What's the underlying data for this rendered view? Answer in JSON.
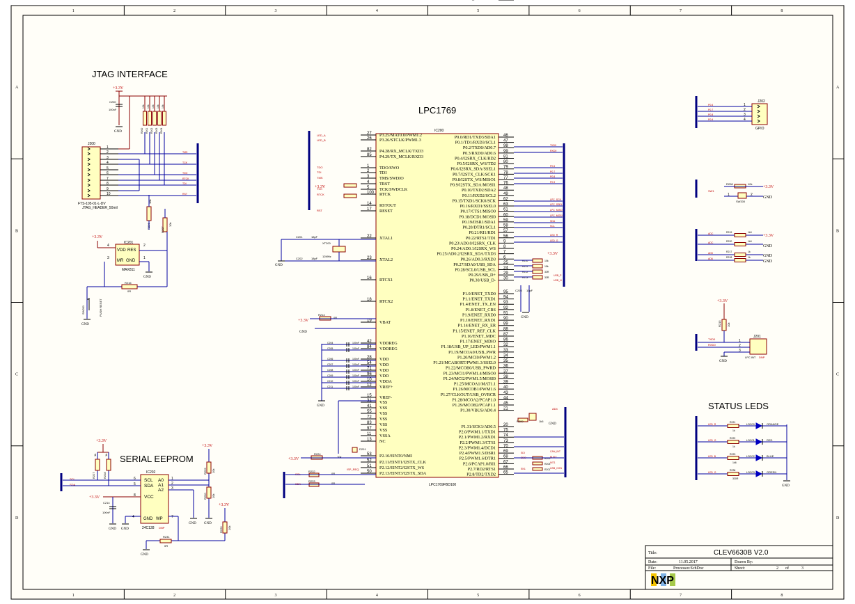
{
  "frame": {
    "cols": [
      "1",
      "2",
      "3",
      "4",
      "5",
      "6",
      "7",
      "8"
    ],
    "rows": [
      "A",
      "B",
      "C",
      "D"
    ]
  },
  "sections": {
    "jtag": "JTAG INTERFACE",
    "mcu": "LPC1769",
    "eeprom": "SERIAL EEPROM",
    "leds": "STATUS LEDS"
  },
  "mcu": {
    "ref": "IC200",
    "part": "LPC1769FBD100",
    "left_pins": [
      {
        "n": "27",
        "name": "P3.25/MAT0.0/PWM1.2"
      },
      {
        "n": "26",
        "name": "P3.26/STCLK/PWM1.3"
      },
      {
        "n": "82",
        "name": "P4.28/RX_MCLK/TXD3"
      },
      {
        "n": "85",
        "name": "P4.29/TX_MCLK/RXD3"
      },
      {
        "n": "1",
        "name": "TDO/SWO"
      },
      {
        "n": "2",
        "name": "TDI"
      },
      {
        "n": "3",
        "name": "TMS/SWDIO"
      },
      {
        "n": "4",
        "name": "TRST"
      },
      {
        "n": "5",
        "name": "TCK/SWDCLK"
      },
      {
        "n": "100",
        "name": "RTCK"
      },
      {
        "n": "14",
        "name": "RSTOUT"
      },
      {
        "n": "17",
        "name": "RESET"
      },
      {
        "n": "22",
        "name": "XTAL1"
      },
      {
        "n": "23",
        "name": "XTAL2"
      },
      {
        "n": "16",
        "name": "RTCX1"
      },
      {
        "n": "18",
        "name": "RTCX2"
      },
      {
        "n": "19",
        "name": "VBAT"
      },
      {
        "n": "42",
        "name": "VDDREG"
      },
      {
        "n": "84",
        "name": "VDDREG"
      },
      {
        "n": "28",
        "name": "VDD"
      },
      {
        "n": "54",
        "name": "VDD"
      },
      {
        "n": "71",
        "name": "VDD"
      },
      {
        "n": "96",
        "name": "VDD"
      },
      {
        "n": "10",
        "name": "VDDA"
      },
      {
        "n": "12",
        "name": "VREF+"
      },
      {
        "n": "15",
        "name": "VREF-"
      },
      {
        "n": "31",
        "name": "VSS"
      },
      {
        "n": "41",
        "name": "VSS"
      },
      {
        "n": "55",
        "name": "VSS"
      },
      {
        "n": "72",
        "name": "VSS"
      },
      {
        "n": "83",
        "name": "VSS"
      },
      {
        "n": "97",
        "name": "VSS"
      },
      {
        "n": "11",
        "name": "VSSA"
      },
      {
        "n": "13",
        "name": "NC"
      },
      {
        "n": "53",
        "name": "P2.10/EINT0/NMI"
      },
      {
        "n": "52",
        "name": "P2.11/EINT1/I2STX_CLK"
      },
      {
        "n": "51",
        "name": "P2.12/EINT2/I2STX_WS"
      },
      {
        "n": "50",
        "name": "P2.13/EINT3/I2STX_SDA"
      }
    ],
    "right_pins": [
      {
        "n": "46",
        "name": "P0.0/RD1/TXD3/SDA1"
      },
      {
        "n": "47",
        "name": "P0.1/TD1/RXD3/SCL1"
      },
      {
        "n": "98",
        "name": "P0.2/TXD0/AD0.7"
      },
      {
        "n": "99",
        "name": "P0.3/RXD0/AD0.6"
      },
      {
        "n": "81",
        "name": "P0.4/I2SRX_CLK/RD2"
      },
      {
        "n": "80",
        "name": "P0.5/I2SRX_WS/TD2"
      },
      {
        "n": "79",
        "name": "P0.6/I2SRX_SDA/SSEL1"
      },
      {
        "n": "78",
        "name": "P0.7/I2STX_CLK/SCK1"
      },
      {
        "n": "77",
        "name": "P0.8/I2STX_WS/MISO1"
      },
      {
        "n": "76",
        "name": "P0.9/I2STX_SDA/MOSI1"
      },
      {
        "n": "48",
        "name": "P0.10/TXD2/SDA2"
      },
      {
        "n": "49",
        "name": "P0.11/RXD2/SCL2"
      },
      {
        "n": "62",
        "name": "P0.15/TXD1/SCK0/SCK"
      },
      {
        "n": "63",
        "name": "P0.16/RXD1/SSEL0"
      },
      {
        "n": "61",
        "name": "P0.17/CTS1/MISO0"
      },
      {
        "n": "60",
        "name": "P0.18/DCD1/MOSI0"
      },
      {
        "n": "59",
        "name": "P0.19/DSR1/SDA1"
      },
      {
        "n": "58",
        "name": "P0.20/DTR1/SCL1"
      },
      {
        "n": "57",
        "name": "P0.21/RI1/RD1"
      },
      {
        "n": "56",
        "name": "P0.22/RTS1/TD1"
      },
      {
        "n": "9",
        "name": "P0.23/AD0.0/I2SRX_CLK"
      },
      {
        "n": "8",
        "name": "P0.24/AD0.1/I2SRX_WS"
      },
      {
        "n": "7",
        "name": "P0.25/AD0.2/I2SRX_SDA/TXD3"
      },
      {
        "n": "6",
        "name": "P0.26/AD0.3/RXD3"
      },
      {
        "n": "25",
        "name": "P0.27/SDA0/USB_SDA"
      },
      {
        "n": "24",
        "name": "P0.28/SCL0/USB_SCL"
      },
      {
        "n": "29",
        "name": "P0.29/USB_D+"
      },
      {
        "n": "30",
        "name": "P0.30/USB_D-"
      },
      {
        "n": "95",
        "name": "P1.0/ENET_TXD0"
      },
      {
        "n": "94",
        "name": "P1.1/ENET_TXD1"
      },
      {
        "n": "93",
        "name": "P1.4/ENET_TX_EN"
      },
      {
        "n": "92",
        "name": "P1.8/ENET_CRS"
      },
      {
        "n": "91",
        "name": "P1.9/ENET_RXD0"
      },
      {
        "n": "90",
        "name": "P1.10/ENET_RXD1"
      },
      {
        "n": "89",
        "name": "P1.14/ENET_RX_ER"
      },
      {
        "n": "88",
        "name": "P1.15/ENET_REF_CLK"
      },
      {
        "n": "87",
        "name": "P1.16/ENET_MDC"
      },
      {
        "n": "86",
        "name": "P1.17/ENET_MDIO"
      },
      {
        "n": "32",
        "name": "P1.18/USB_UP_LED/PWM1.1"
      },
      {
        "n": "33",
        "name": "P1.19/MCOA0/USB_PWR"
      },
      {
        "n": "34",
        "name": "P1.20/MCI0/PWM1.2"
      },
      {
        "n": "35",
        "name": "P1.21/MCABORT/PWM1.3/SSEL0"
      },
      {
        "n": "36",
        "name": "P1.22/MCOB0/USB_PWRD"
      },
      {
        "n": "37",
        "name": "P1.23/MCI1/PWM1.4/MISO0"
      },
      {
        "n": "38",
        "name": "P1.24/MCI2/PWM1.5/MOSI0"
      },
      {
        "n": "39",
        "name": "P1.25/MCOA1/MAT1.1"
      },
      {
        "n": "40",
        "name": "P1.26/MCOB1/PWM1.6"
      },
      {
        "n": "43",
        "name": "P1.27/CLKOUT/USB_OVRCR"
      },
      {
        "n": "44",
        "name": "P1.28/MCOA2/PCAP1.0"
      },
      {
        "n": "45",
        "name": "P1.29/MCOB2/PCAP1.1"
      },
      {
        "n": "21",
        "name": "P1.30/VBUS/AD0.4"
      },
      {
        "n": "20",
        "name": "P1.31/SCK1/AD0.5"
      },
      {
        "n": "75",
        "name": "P2.0/PWM1.1/TXD1"
      },
      {
        "n": "74",
        "name": "P2.1/PWM1.2/RXD1"
      },
      {
        "n": "73",
        "name": "P2.2/PWM1.3/CTS1"
      },
      {
        "n": "70",
        "name": "P2.3/PWM1.4/DCD1"
      },
      {
        "n": "69",
        "name": "P2.4/PWM1.5/DSR1"
      },
      {
        "n": "68",
        "name": "P2.5/PWM1.6/DTR1"
      },
      {
        "n": "67",
        "name": "P2.6/PCAP1.0/RI1"
      },
      {
        "n": "66",
        "name": "P2.7/RD2/RTS1"
      },
      {
        "n": "65",
        "name": "P2.8/TD2/TXD2"
      },
      {
        "n": "64",
        "name": "P2.9/USB_CON/RXD2"
      }
    ]
  },
  "jtag": {
    "ref": "J200",
    "pins": [
      "1",
      "2",
      "3",
      "4",
      "5",
      "6",
      "7",
      "8",
      "9",
      "10"
    ],
    "part": "FTS-105-01-L-DV",
    "desc": "JTAG_HEADER_50mil",
    "cap": "C200",
    "cap_val": "100nF",
    "resistors": [
      "R200",
      "R201",
      "R202",
      "R203",
      "R204",
      "R205"
    ],
    "r_val": "10k",
    "supervisor": "IC201",
    "supervisor_part": "MAX811",
    "sup_pin_vdd": "VDD",
    "sup_pin_res": "RES",
    "sup_pin_mr": "MR",
    "sup_pin_gnd": "GND",
    "sup_pins": [
      "4",
      "3",
      "2",
      "1"
    ],
    "button": "SW201",
    "button_desc": "PUSH RESET",
    "r_mr": "R216",
    "r_mr_val": "0R",
    "r_reset_a": "R206",
    "r_reset_b": "R207",
    "r_reset_val": "10k",
    "nets": [
      "TMS",
      "TCK",
      "TDO",
      "RTCK",
      "TDI",
      "RST"
    ]
  },
  "supply": {
    "v33": "+3.3V",
    "gnd": "GND"
  },
  "crystal": {
    "xtal": "XT200",
    "freq": "12MHz",
    "c1": "C201",
    "c2": "C202",
    "cval": "18pF",
    "rtc_cap": "C203",
    "rtc_caps": "10pF"
  },
  "mcu_left_nets": [
    "LED_A",
    "LED_B"
  ],
  "mcu_decoupling": {
    "caps": [
      "C204",
      "C205",
      "C206",
      "C207",
      "C208",
      "C209",
      "C210",
      "C211",
      "C212",
      "C213"
    ],
    "val": "100nF",
    "vbat_r": "R214",
    "vbat_r_val": "0R"
  },
  "right_nets": {
    "p0": [
      "TXD0",
      "RXD0",
      "P0.6",
      "P0.7",
      "P0.8",
      "P0.9",
      "LPC_SCK",
      "LPC_SSEL",
      "LPC_MISO",
      "LPC_MOSI",
      "SDA",
      "SCL",
      "LED_R",
      "LED_G"
    ],
    "usb_r": [
      "R210",
      "R211",
      "R212",
      "R213"
    ],
    "usb_r_vals": [
      "10k",
      "15k",
      "33R",
      "33R"
    ],
    "usb_nets": [
      "USB_P",
      "USB_N"
    ],
    "p1_net": "AD4",
    "p2_r": "R209",
    "p2_r_val": "1k5",
    "p2_nets": [
      "SDI",
      "SDO",
      "EN1",
      "CAN_INT",
      "BUSY",
      "INT1",
      "USB_CON"
    ],
    "p2_r_list": [
      "R200",
      "R203",
      "R201"
    ]
  },
  "isp": {
    "diode": "D201",
    "r": "R224",
    "rval": "10k",
    "r2": "R232",
    "r3": "R233",
    "rvals2": "0R",
    "nets": [
      "SCL",
      "SDA",
      "ISP_REQ"
    ]
  },
  "gpio": {
    "ref": "J202",
    "label": "GPIO",
    "pins": [
      "1",
      "2",
      "3",
      "4"
    ],
    "nets": [
      "P0.6",
      "P0.7",
      "P0.8",
      "P0.9"
    ]
  },
  "sw_right": {
    "r": "R208",
    "rval": "10k",
    "sw": "SW200",
    "net": "SW1",
    "pins": [
      "1",
      "2"
    ]
  },
  "pull_block": {
    "r": [
      "R219",
      "R220",
      "R217",
      "R218"
    ],
    "vals": [
      "1k0",
      "1k0",
      "1k",
      "1k"
    ],
    "nets": [
      "ADC",
      "ADC",
      "AD5",
      "AD6"
    ]
  },
  "uart": {
    "ref": "J201",
    "label": "LPC INT",
    "dnp": "DNP",
    "r": "R215",
    "rval": "10k",
    "nets": [
      "TXD0",
      "RXD0"
    ],
    "pins": [
      "1",
      "2",
      "3"
    ]
  },
  "leds": {
    "rows": [
      {
        "net": "LED_R",
        "r": "R221",
        "rv": "1k",
        "led": "LD200",
        "color": "ORANGE"
      },
      {
        "net": "LED_G",
        "r": "R222",
        "rv": "1k",
        "led": "LD201",
        "color": "RED"
      },
      {
        "net": "LED_B",
        "r": "R223",
        "rv": "1k6",
        "led": "LD202",
        "color": "BLUE"
      },
      {
        "net": "LED_G",
        "r": "R236",
        "rv": "330R",
        "led": "LD203",
        "color": "GREEN"
      }
    ]
  },
  "eeprom": {
    "ref": "IC202",
    "part": "24C128",
    "dnp": "DNP",
    "pins_left": [
      {
        "n": "6",
        "name": "SCL"
      },
      {
        "n": "5",
        "name": "SDA"
      },
      {
        "n": "8",
        "name": "VCC"
      }
    ],
    "pins_right": [
      {
        "n": "1",
        "name": "A0"
      },
      {
        "n": "2",
        "name": "A1"
      },
      {
        "n": "3",
        "name": "A2"
      }
    ],
    "gnd": "GND",
    "wp": "WP",
    "gnd_pin": "4",
    "wp_pin": "7",
    "cap": "C214",
    "cap_val": "100nF",
    "pullups": [
      "R227",
      "R228"
    ],
    "pull_val": "1k",
    "r_addr": [
      "R229",
      "R230",
      "R226"
    ],
    "r_addr_val": "10k",
    "r_wp": "R231",
    "r_wp_val": "0R",
    "nets": [
      "SCL",
      "SDA"
    ]
  },
  "title_block": {
    "title_label": "Title:",
    "title": "CLEV6630B V2.0",
    "date_label": "Date:",
    "date": "11.05.2017",
    "drawn_label": "Drawn By:",
    "file_label": "File:",
    "file": "Processor.SchDoc",
    "sheet_label": "Sheet:",
    "sheet": "2",
    "of_label": "of",
    "total": "3",
    "logo": "NXP"
  }
}
